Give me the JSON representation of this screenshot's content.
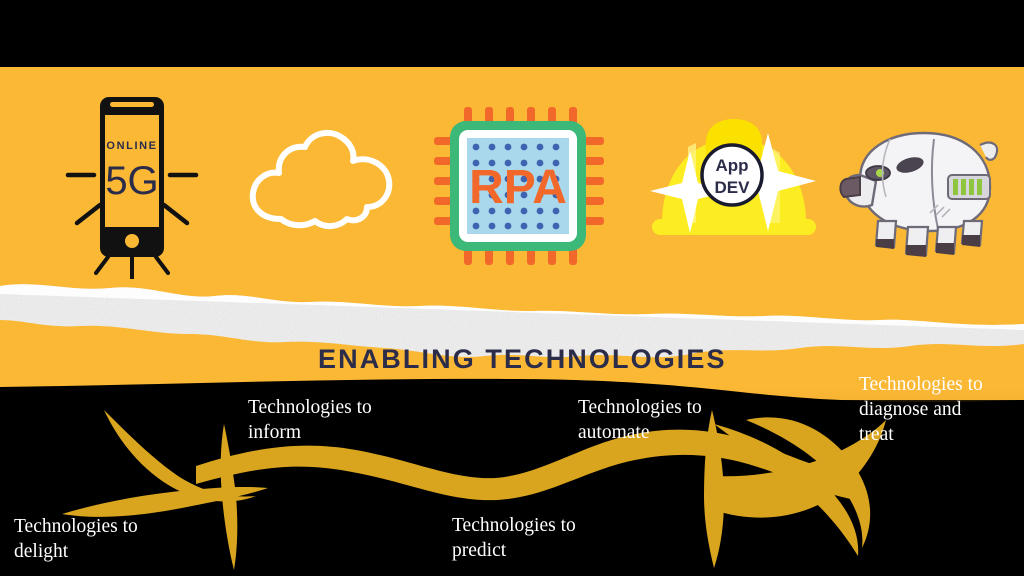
{
  "theme": {
    "orange": "#FBB835",
    "orange_shadow": "#E29922",
    "black": "#000000",
    "navy": "#2B2B4A",
    "white": "#FFFFFF",
    "gold_wave": "#D9A41E",
    "rpa_green": "#3CB878",
    "rpa_orange": "#F2682A",
    "rpa_blue_light": "#A9D8EC",
    "rpa_blue_dark": "#3E63B0",
    "hat_yellow": "#FBED21",
    "robot_white": "#F2F2F2",
    "robot_eye_green": "#A8D84A"
  },
  "header": {
    "title": "ENABLING TECHNOLOGIES"
  },
  "icons": [
    {
      "id": "phone-5g",
      "name": "phone-5g-icon",
      "screen_label_small": "ONLINE",
      "screen_label_large": "5G"
    },
    {
      "id": "cloud",
      "name": "cloud-icon"
    },
    {
      "id": "rpa-chip",
      "name": "rpa-chip-icon",
      "chip_label": "RPA"
    },
    {
      "id": "app-dev",
      "name": "app-dev-hardhat-icon",
      "badge_line1": "App",
      "badge_line2": "DEV"
    },
    {
      "id": "robot-animal",
      "name": "robot-animal-icon"
    }
  ],
  "labels": [
    {
      "id": "delight",
      "text": "Technologies to\ndelight"
    },
    {
      "id": "inform",
      "text": "Technologies to\ninform"
    },
    {
      "id": "predict",
      "text": "Technologies to\npredict"
    },
    {
      "id": "automate",
      "text": "Technologies to\nautomate"
    },
    {
      "id": "diagnose",
      "text": "Technologies to\ndiagnose and\ntreat"
    }
  ]
}
